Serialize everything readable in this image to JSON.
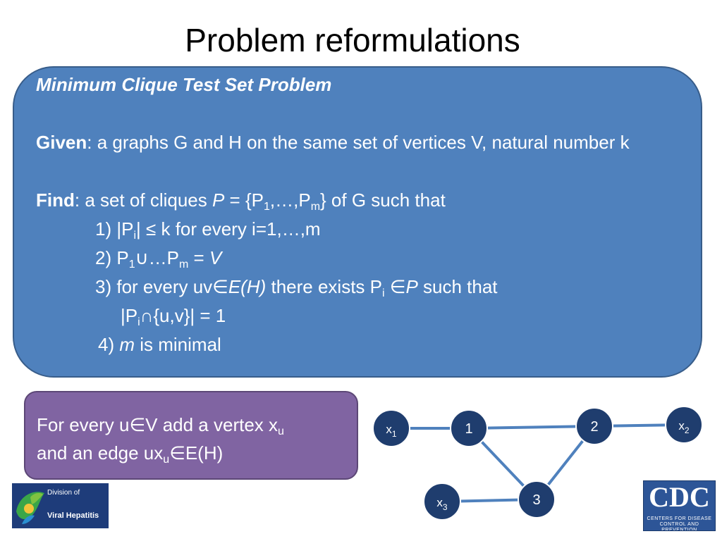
{
  "slide": {
    "title": "Problem reformulations"
  },
  "problem": {
    "heading": "Minimum Clique Test Set Problem",
    "given_label": "Given",
    "given_text": ": a graphs G and H on the same set of vertices V, natural number k",
    "find_label": "Find",
    "find_a": ": a set of cliques ",
    "find_P": "P",
    "find_b": " = {P",
    "find_sub1": "1",
    "find_c": ",…,P",
    "find_subm": "m",
    "find_d": "} of G such that",
    "c1_a": "1) |P",
    "c1_sub": "i",
    "c1_b": "| ≤ k for every i=1,…,m",
    "c2_a": "2) P",
    "c2_sub1": "1",
    "c2_b": "∪…P",
    "c2_subm": "m",
    "c2_c": " = ",
    "c2_V": "V",
    "c3_a": "3) for every uv∈",
    "c3_EH": "E(H)",
    "c3_b": " there exists P",
    "c3_sub": "i",
    "c3_c": " ∈",
    "c3_P": "P",
    "c3_d": " such that",
    "c3b_a": "|P",
    "c3b_sub": "i",
    "c3b_b": "∩{u,v}| = 1",
    "c4_a": "4) ",
    "c4_m": "m",
    "c4_b": " is minimal"
  },
  "note": {
    "l1_a": "For every u∈V add a vertex x",
    "l1_sub": "u",
    "l2_a": "and an edge ux",
    "l2_sub": "u",
    "l2_b": "∈E(H)"
  },
  "graph": {
    "nodes": [
      {
        "id": "x1",
        "label": "x",
        "sub": "1"
      },
      {
        "id": "n1",
        "label": "1",
        "sub": ""
      },
      {
        "id": "n2",
        "label": "2",
        "sub": ""
      },
      {
        "id": "x2",
        "label": "x",
        "sub": "2"
      },
      {
        "id": "x3",
        "label": "x",
        "sub": "3"
      },
      {
        "id": "n3",
        "label": "3",
        "sub": ""
      }
    ],
    "edges": [
      [
        "x1",
        "n1"
      ],
      [
        "n1",
        "n2"
      ],
      [
        "n2",
        "x2"
      ],
      [
        "n1",
        "n3"
      ],
      [
        "n2",
        "n3"
      ],
      [
        "x3",
        "n3"
      ]
    ],
    "node_fill": "#1f3d6e",
    "edge_color": "#4f81bd"
  },
  "logos": {
    "dvh_division": "Division of",
    "dvh_name": "Viral Hepatitis",
    "cdc_name": "CDC",
    "cdc_sub1": "CENTERS FOR DISEASE",
    "cdc_sub2": "CONTROL AND PREVENTION"
  },
  "colors": {
    "main_box": "#4f81bd",
    "note_box": "#8064a2"
  }
}
